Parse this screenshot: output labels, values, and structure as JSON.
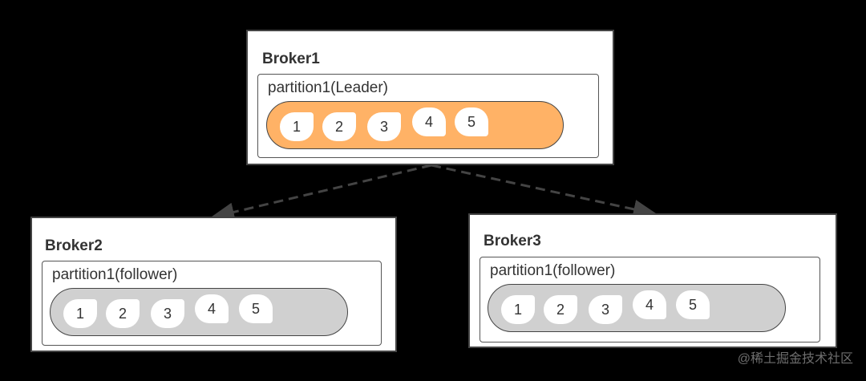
{
  "colors": {
    "background": "#000000",
    "leader_log_fill": "#FFB266",
    "follower_log_fill": "#D0D0D0",
    "arrow": "#444444"
  },
  "brokers": [
    {
      "title": "Broker1",
      "partition": {
        "label": "partition1(Leader)",
        "role": "leader",
        "messages": [
          "1",
          "2",
          "3",
          "4",
          "5"
        ]
      }
    },
    {
      "title": "Broker2",
      "partition": {
        "label": "partition1(follower)",
        "role": "follower",
        "messages": [
          "1",
          "2",
          "3",
          "4",
          "5"
        ]
      }
    },
    {
      "title": "Broker3",
      "partition": {
        "label": "partition1(follower)",
        "role": "follower",
        "messages": [
          "1",
          "2",
          "3",
          "4",
          "5"
        ]
      }
    }
  ],
  "watermark": "@稀土掘金技术社区"
}
